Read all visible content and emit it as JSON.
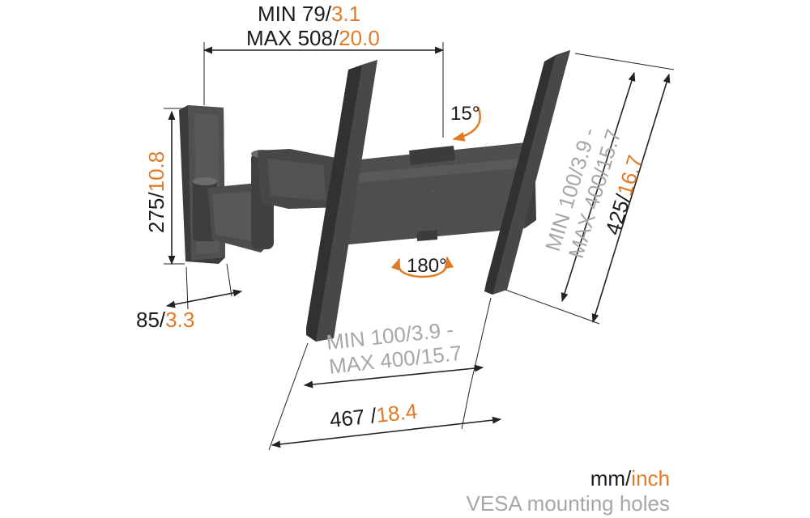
{
  "colors": {
    "metal": "#4a4c4e",
    "metal_dark": "#2f3133",
    "metal_light": "#6a6c6e",
    "dim_line": "#222222",
    "accent": "#e07b26",
    "grey_text": "#a7a7a7",
    "black_text": "#1c1c1c"
  },
  "top_dimension": {
    "min_mm": "MIN 79/",
    "min_inch": "3.1",
    "max_mm": "MAX 508/",
    "max_inch": "20.0"
  },
  "wall_plate_height": {
    "mm": "275/",
    "inch": "10.8"
  },
  "wall_plate_depth": {
    "mm": "85/",
    "inch": "3.3"
  },
  "tilt": {
    "label": "15°"
  },
  "swivel": {
    "label": "180°"
  },
  "vesa_horizontal": {
    "line1_a": "MIN 100/",
    "line1_b": "3.9 -",
    "line2_a": "MAX 400/",
    "line2_b": "15.7"
  },
  "vesa_vertical": {
    "line1_a": "MIN 100/",
    "line1_b": "3.9 -",
    "line2_a": "MAX 400/",
    "line2_b": "15.7"
  },
  "total_width": {
    "mm": "467 /",
    "inch": "18.4"
  },
  "total_height": {
    "mm": "425/",
    "inch": "16.7"
  },
  "legend": {
    "units_mm": "mm/",
    "units_inch": "inch",
    "vesa_note": "VESA mounting holes"
  }
}
